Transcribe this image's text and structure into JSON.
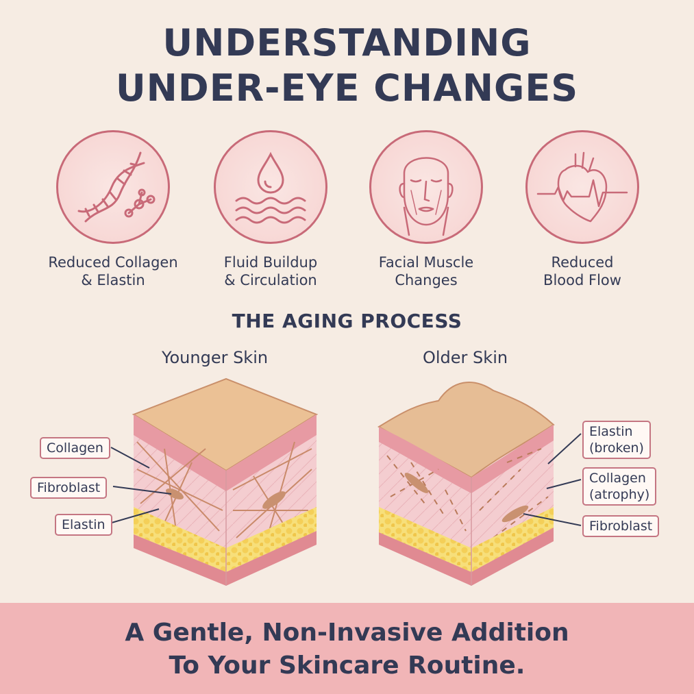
{
  "title": {
    "line1": "UNDERSTANDING",
    "line2": "UNDER-EYE CHANGES"
  },
  "factors": [
    {
      "label": "Reduced Collagen\n& Elastin",
      "icon": "dna-molecule-icon"
    },
    {
      "label": "Fluid Buildup\n& Circulation",
      "icon": "water-drop-icon"
    },
    {
      "label": "Facial Muscle\nChanges",
      "icon": "face-icon"
    },
    {
      "label": "Reduced\nBlood Flow",
      "icon": "heart-pulse-icon"
    }
  ],
  "aging": {
    "title": "THE AGING PROCESS",
    "younger": {
      "title": "Younger Skin",
      "labels": {
        "collagen": "Collagen",
        "fibroblast": "Fibroblast",
        "elastin": "Elastin"
      }
    },
    "older": {
      "title": "Older Skin",
      "labels": {
        "elastin": "Elastin\n(broken)",
        "collagen": "Collagen\n(atrophy)",
        "fibroblast": "Fibroblast"
      }
    }
  },
  "footer": {
    "text": "A Gentle, Non-Invasive Addition\nTo Your Skincare Routine."
  },
  "colors": {
    "background": "#f6ece3",
    "accent": "#c86a78",
    "text": "#333a55",
    "footer": "#f1b5b7",
    "fat": "#f7df7a",
    "skin_top": "#e8bf92"
  }
}
